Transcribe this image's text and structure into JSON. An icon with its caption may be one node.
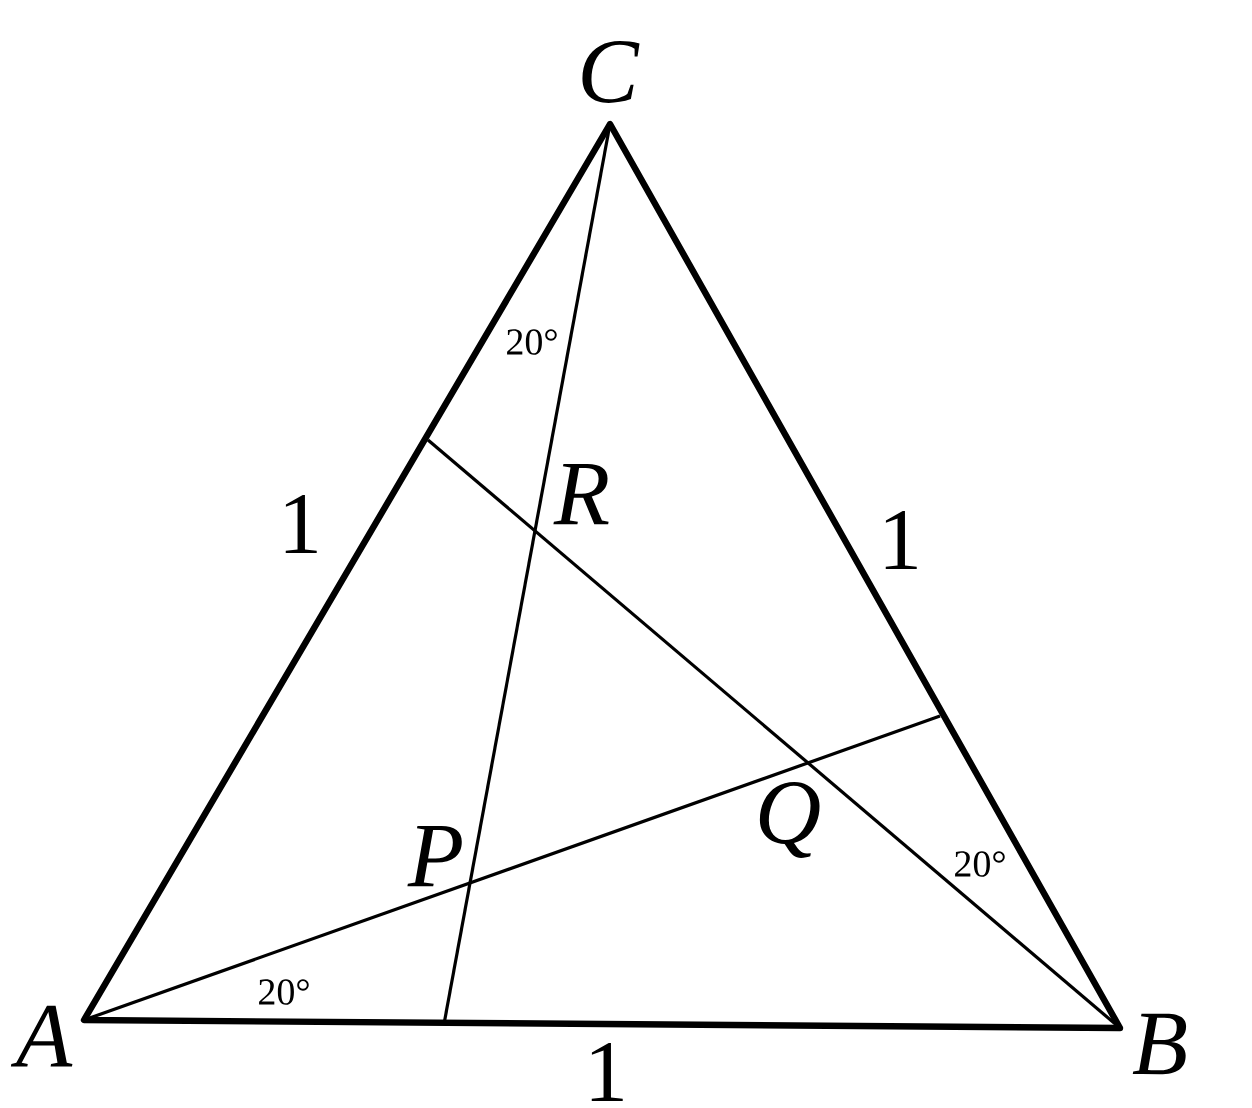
{
  "diagram": {
    "labels": [
      "C",
      "20°",
      "1",
      "R",
      "1",
      "P",
      "Q",
      "20°",
      "20°",
      "A",
      "B",
      "1"
    ]
  }
}
